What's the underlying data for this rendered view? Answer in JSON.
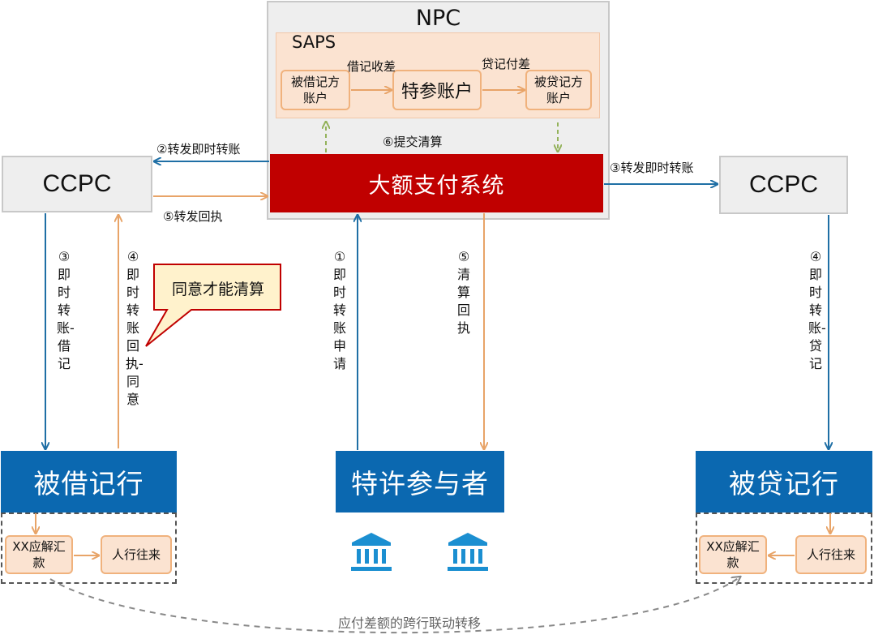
{
  "npc": {
    "title": "NPC"
  },
  "saps": {
    "title": "SAPS",
    "debit_account": "被借记方账户",
    "special_account": "特参账户",
    "credit_account": "被贷记方账户",
    "label_debit_receive": "借记收差",
    "label_credit_pay": "贷记付差"
  },
  "hvps": {
    "label": "大额支付系统"
  },
  "ccpc_left": {
    "label": "CCPC"
  },
  "ccpc_right": {
    "label": "CCPC"
  },
  "arrows": {
    "forward_left": "②转发即时转账",
    "forward_right": "③转发即时转账",
    "forward_receipt": "⑤转发回执",
    "submit_clearing": "⑥提交清算",
    "left_down": "③即时转账-借记",
    "left_up": "④即时转账回执-同意",
    "center_up": "①即时转账申请",
    "center_down": "⑤清算回执",
    "right_down": "④即时转账-贷记"
  },
  "callout": {
    "text": "同意才能清算"
  },
  "banks": {
    "debit_bank": "被借记行",
    "participant": "特许参与者",
    "credit_bank": "被贷记行"
  },
  "sub_left": {
    "xx_account": "XX应解汇款",
    "pboc": "人行往来"
  },
  "sub_right": {
    "xx_account": "XX应解汇款",
    "pboc": "人行往来"
  },
  "bottom": {
    "label": "应付差额的跨行联动转移"
  },
  "colors": {
    "hvps_red": "#c00000",
    "bank_blue": "#0b68b0",
    "arrow_blue": "#1f6fa5",
    "arrow_orange": "#e8a468",
    "arrow_green": "#93b25a",
    "account_fill": "#fbe3d1"
  },
  "icons": [
    "bank-icon",
    "bank-icon"
  ]
}
